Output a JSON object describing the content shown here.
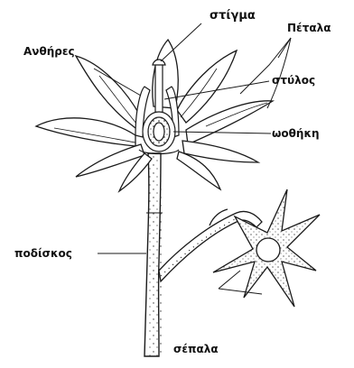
{
  "labels": {
    "stigma": "στίγμα",
    "petals": "Πέταλα",
    "anthers": "Ανθήρες",
    "style": "στύλος",
    "ovary": "ωοθήκη",
    "pedicel": "ποδίσκος",
    "sepals": "σέπαλα"
  },
  "colors": {
    "line": "#1a1a1a",
    "fill": "#ffffff",
    "text": "#111111"
  }
}
